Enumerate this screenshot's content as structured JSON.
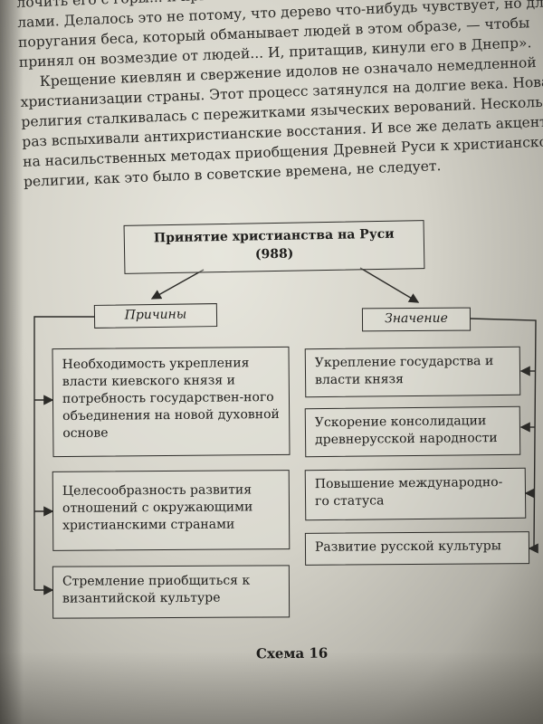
{
  "text": {
    "lines": [
      "лочить его с горы... и приставил двенадцать мужей колотить его жез-",
      "лами. Делалось это не потому, что дерево что-нибудь чувствует, но для",
      "поругания беса, который обманывает людей в этом образе, — чтобы",
      "принял он возмездие от людей... И, притащив, кинули его в Днепр».",
      "Крещение киевлян и свержение идолов не означало немедленной",
      "христианизации страны. Этот процесс затянулся на долгие века. Новая",
      "религия сталкивалась с пережитками языческих верований. Несколько",
      "раз вспыхивали антихристианские восстания. И все же делать акцент",
      "на насильственных методах приобщения Древней Руси к христианской",
      "религии, как это было в советские времена, не следует."
    ]
  },
  "diagram": {
    "title_line1": "Принятие христианства на Руси",
    "title_line2": "(988)",
    "causes_header": "Причины",
    "meaning_header": "Значение",
    "causes": [
      "Необходимость укрепления власти киевского князя и потребность государствен-ного объединения на новой духовной основе",
      "Целесообразность развития отношений с окружающими христианскими странами",
      "Стремление приобщиться к византийской культуре"
    ],
    "meanings": [
      "Укрепление государства и власти князя",
      "Ускорение консолидации древнерусской народности",
      "Повышение международно-го статуса",
      "Развитие русской культуры"
    ]
  },
  "caption": "Схема 16"
}
